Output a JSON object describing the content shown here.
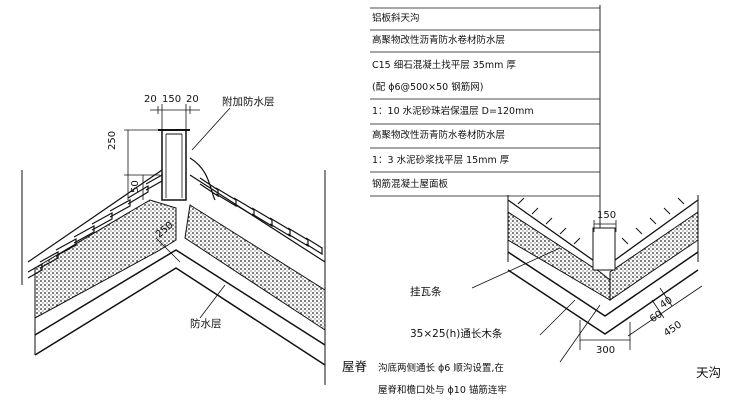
{
  "ridge": {
    "caption": "屋脊",
    "callout_extra_waterproof": "附加防水层",
    "callout_waterproof": "防水层",
    "dim_top_left": "20",
    "dim_top_mid": "150",
    "dim_top_right": "20",
    "dim_height_250": "250",
    "dim_height_50": "50",
    "dim_slope_250": "250"
  },
  "valley": {
    "caption": "天沟",
    "layers": [
      "铝板斜天沟",
      "高聚物改性沥青防水卷材防水层",
      "C15 细石混凝土找平层 35mm 厚",
      "(配 ϕ6@500×50 钢筋网)",
      "1：10 水泥砂珠岩保温层 D=120mm",
      "高聚物改性沥青防水卷材防水层",
      "1：3 水泥砂浆找平层 15mm 厚",
      "钢筋混凝土屋面板"
    ],
    "callout_tile_batten": "挂瓦条",
    "callout_wood_strip": "35×25(h)通长木条",
    "note_line1": "沟底两侧通长 ϕ6 顺沟设置,在",
    "note_line2": "屋脊和檐口处与 ϕ10 锚筋连牢",
    "dim_150": "150",
    "dim_300": "300",
    "dim_450": "450",
    "dim_40": "40",
    "dim_60": "60"
  }
}
